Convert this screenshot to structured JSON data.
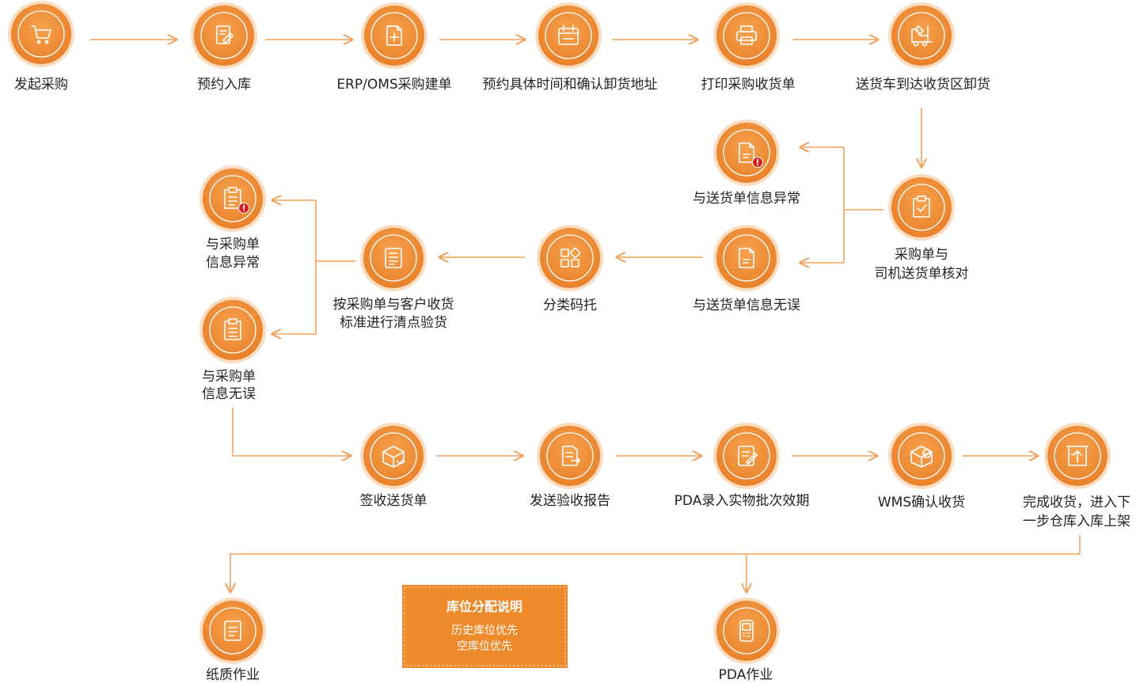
{
  "colors": {
    "node_fill": "#ee8a2a",
    "node_ring": "#fbdcbf",
    "connector": "#f2a25c",
    "alert": "#d6201f",
    "note_fill": "#ee8a2a",
    "label_text": "#222222"
  },
  "nodes": {
    "start_purchase": {
      "label": [
        "发起采购"
      ],
      "icon": "cart-icon"
    },
    "book_inbound": {
      "label": [
        "预约入库"
      ],
      "icon": "document-pen-icon"
    },
    "erp_order": {
      "label": [
        "ERP/OMS采购建单"
      ],
      "icon": "add-file-icon"
    },
    "schedule_unload": {
      "label": [
        "预约具体时间和确认卸货地址"
      ],
      "icon": "calendar-icon"
    },
    "print_receipt": {
      "label": [
        "打印采购收货单"
      ],
      "icon": "printer-icon"
    },
    "truck_arrival": {
      "label": [
        "送货车到达收货区卸货"
      ],
      "icon": "forklift-icon"
    },
    "reconcile": {
      "label": [
        "采购单与",
        "司机送货单核对"
      ],
      "icon": "clipboard-check-icon"
    },
    "delivery_error": {
      "label": [
        "与送货单信息异常"
      ],
      "icon": "document-alert-icon"
    },
    "delivery_ok": {
      "label": [
        "与送货单信息无误"
      ],
      "icon": "document-icon"
    },
    "sort_pallet": {
      "label": [
        "分类码托"
      ],
      "icon": "grid-icon"
    },
    "inspect": {
      "label": [
        "按采购单与客户收货",
        "标准进行清点验货"
      ],
      "icon": "checklist-icon"
    },
    "po_error": {
      "label": [
        "与采购单",
        "信息异常"
      ],
      "icon": "clipboard-alert-icon"
    },
    "po_ok": {
      "label": [
        "与采购单",
        "信息无误"
      ],
      "icon": "clipboard-icon"
    },
    "sign_receipt": {
      "label": [
        "签收送货单"
      ],
      "icon": "box-check-icon"
    },
    "send_report": {
      "label": [
        "发送验收报告"
      ],
      "icon": "document-send-icon"
    },
    "pda_entry": {
      "label": [
        "PDA录入实物批次效期"
      ],
      "icon": "edit-document-icon"
    },
    "wms_confirm": {
      "label": [
        "WMS确认收货"
      ],
      "icon": "package-check-icon"
    },
    "complete": {
      "label": [
        "完成收货，进入下",
        "一步仓库入库上架"
      ],
      "icon": "shelf-upload-icon"
    },
    "paper_work": {
      "label": [
        "纸质作业"
      ],
      "icon": "paper-icon"
    },
    "pda_work": {
      "label": [
        "PDA作业"
      ],
      "icon": "pda-device-icon"
    }
  },
  "note": {
    "title": "库位分配说明",
    "lines": [
      "历史库位优先",
      "空库位优先"
    ]
  }
}
